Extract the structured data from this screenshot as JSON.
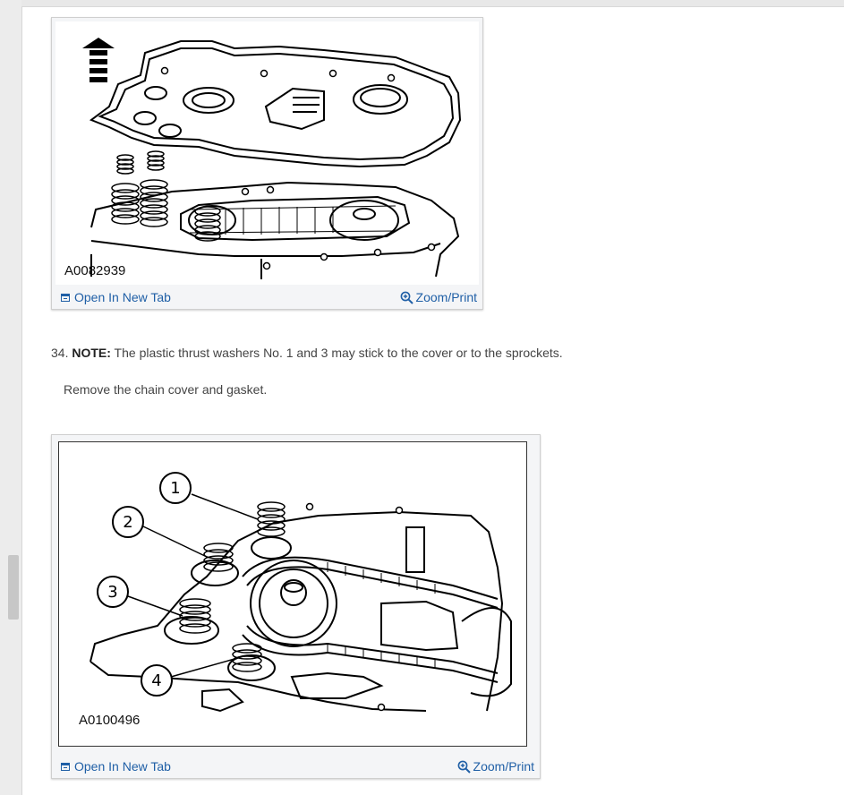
{
  "figures": [
    {
      "code": "A0082939",
      "open_label": "Open In New Tab",
      "zoom_label": "Zoom/Print"
    },
    {
      "code": "A0100496",
      "open_label": "Open In New Tab",
      "zoom_label": "Zoom/Print",
      "callouts": [
        "1",
        "2",
        "3",
        "4"
      ]
    }
  ],
  "step": {
    "number": "34.",
    "note_label": "NOTE:",
    "note_text": " The plastic thrust washers No. 1 and 3 may stick to the cover or to the sprockets.",
    "instruction": "Remove the chain cover and gasket."
  },
  "colors": {
    "link": "#1f5fa6",
    "rail": "#ececec",
    "card_background": "#f4f5f7"
  },
  "icons": {
    "open": "open-in-new-tab-icon",
    "zoom": "zoom-in-icon",
    "direction": "up-arrow-icon"
  }
}
